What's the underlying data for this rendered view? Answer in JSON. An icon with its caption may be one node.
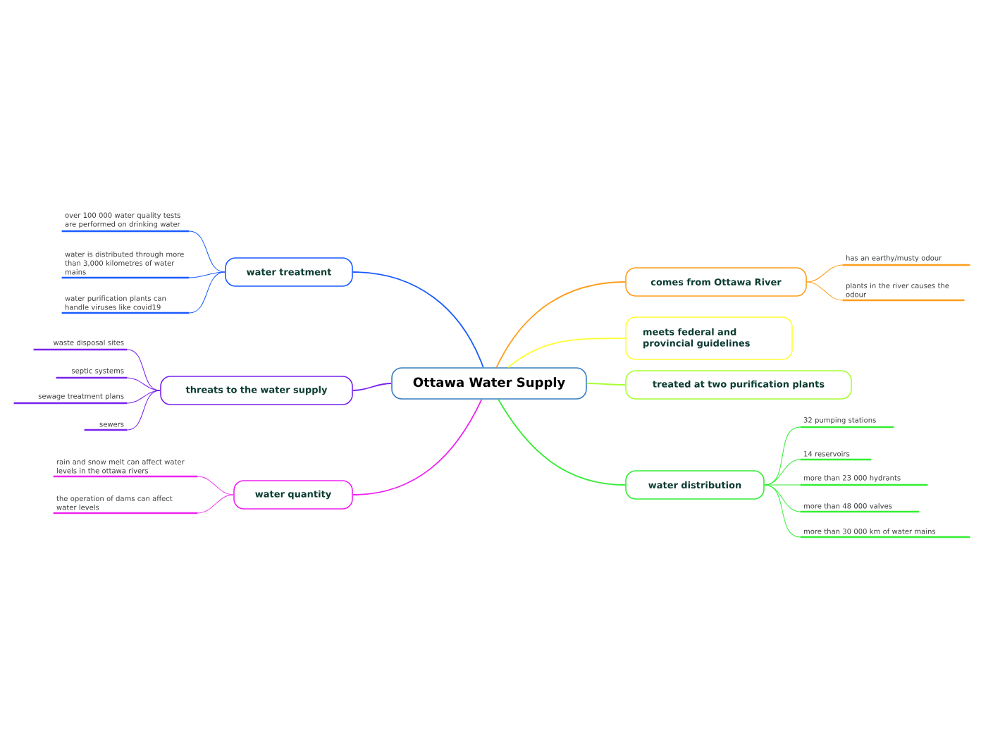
{
  "diagram": {
    "nodes": [
      {
        "text": [
          "Ottawa Water Supply"
        ]
      },
      {
        "text": [
          "water treatment"
        ]
      },
      {
        "text": [
          "over 100 000 water quality tests are performed on drinking water"
        ]
      },
      {
        "text": [
          "water is distributed through more than 3,000 kilometres of water mains"
        ]
      },
      {
        "text": [
          "water purification plants can handle viruses like covid19"
        ]
      },
      {
        "text": [
          "threats to the water supply"
        ]
      },
      {
        "text": [
          "waste disposal sites"
        ]
      },
      {
        "text": [
          "septic systems"
        ]
      },
      {
        "text": [
          "sewage treatment plans"
        ]
      },
      {
        "text": [
          "sewers"
        ]
      },
      {
        "text": [
          "water quantity"
        ]
      },
      {
        "text": [
          "rain and snow melt can affect water levels in the ottawa rivers"
        ]
      },
      {
        "text": [
          "the operation of dams can affect water levels"
        ]
      },
      {
        "text": [
          "comes from Ottawa River"
        ]
      },
      {
        "text": [
          "has an earthy/musty odour"
        ]
      },
      {
        "text": [
          "plants in the river causes the odour"
        ]
      },
      {
        "text": [
          "meets federal and provincial guidelines"
        ]
      },
      {
        "text": [
          "treated at two purification plants"
        ]
      },
      {
        "text": [
          "water distribution"
        ]
      },
      {
        "text": [
          "32 pumping stations"
        ]
      },
      {
        "text": [
          "14 reservoirs"
        ]
      },
      {
        "text": [
          "more than 23 000 hydrants"
        ]
      },
      {
        "text": [
          "more than 48 000 valves"
        ]
      },
      {
        "text": [
          "more than 30 000 km of water mains"
        ]
      }
    ],
    "edges": [
      {
        "from": 0,
        "to": 1,
        "arrow": "none",
        "color": "#1a5cff"
      },
      {
        "from": 1,
        "to": 2,
        "arrow": "none",
        "color": "#1a5cff"
      },
      {
        "from": 1,
        "to": 3,
        "arrow": "none",
        "color": "#1a5cff"
      },
      {
        "from": 1,
        "to": 4,
        "arrow": "none",
        "color": "#1a5cff"
      },
      {
        "from": 0,
        "to": 5,
        "arrow": "none",
        "color": "#7a22ee"
      },
      {
        "from": 5,
        "to": 6,
        "arrow": "none",
        "color": "#7a22ee"
      },
      {
        "from": 5,
        "to": 7,
        "arrow": "none",
        "color": "#7a22ee"
      },
      {
        "from": 5,
        "to": 8,
        "arrow": "none",
        "color": "#7a22ee"
      },
      {
        "from": 5,
        "to": 9,
        "arrow": "none",
        "color": "#7a22ee"
      },
      {
        "from": 0,
        "to": 10,
        "arrow": "none",
        "color": "#ee22ee"
      },
      {
        "from": 10,
        "to": 11,
        "arrow": "none",
        "color": "#ee22ee"
      },
      {
        "from": 10,
        "to": 12,
        "arrow": "none",
        "color": "#ee22ee"
      },
      {
        "from": 0,
        "to": 13,
        "arrow": "none",
        "color": "#ff9d1a"
      },
      {
        "from": 13,
        "to": 14,
        "arrow": "none",
        "color": "#ff9d1a"
      },
      {
        "from": 13,
        "to": 15,
        "arrow": "none",
        "color": "#ff9d1a"
      },
      {
        "from": 0,
        "to": 16,
        "arrow": "none",
        "color": "#ffff33"
      },
      {
        "from": 0,
        "to": 17,
        "arrow": "none",
        "color": "#a6ff33"
      },
      {
        "from": 0,
        "to": 18,
        "arrow": "none",
        "color": "#33ee33"
      },
      {
        "from": 18,
        "to": 19,
        "arrow": "none",
        "color": "#33ee33"
      },
      {
        "from": 18,
        "to": 20,
        "arrow": "none",
        "color": "#33ee33"
      },
      {
        "from": 18,
        "to": 21,
        "arrow": "none",
        "color": "#33ee33"
      },
      {
        "from": 18,
        "to": 22,
        "arrow": "none",
        "color": "#33ee33"
      },
      {
        "from": 18,
        "to": 23,
        "arrow": "none",
        "color": "#33ee33"
      }
    ]
  }
}
